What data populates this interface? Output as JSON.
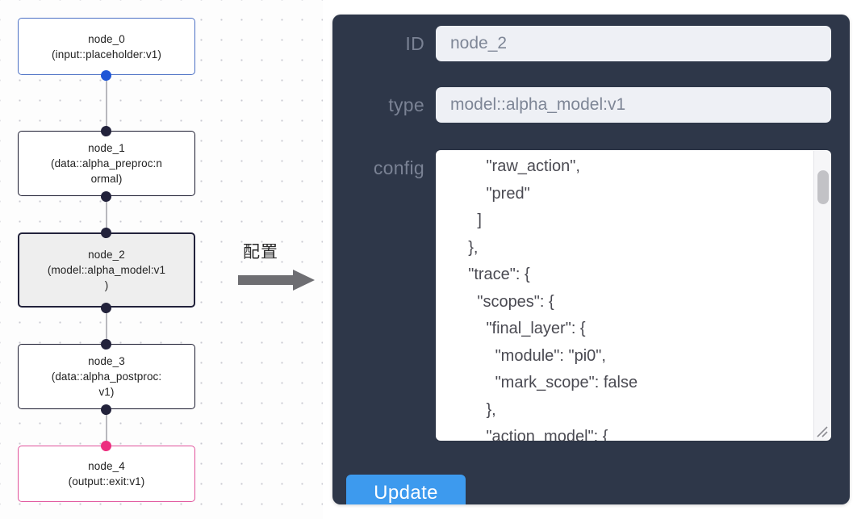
{
  "canvas": {
    "name": "node-graph-canvas",
    "grid": "dotted",
    "nodes": [
      {
        "id": "node_0",
        "title": "node_0",
        "subtitle": "(input::placeholder:v1)",
        "label": "node_0\n(input::placeholder:v1)",
        "style": "input",
        "accent": "#4a6fc4"
      },
      {
        "id": "node_1",
        "title": "node_1",
        "subtitle": "(data::alpha_preproc:normal)",
        "label": "node_1\n(data::alpha_preproc:n\normal)",
        "style": "default",
        "accent": "#1a1a2e"
      },
      {
        "id": "node_2",
        "title": "node_2",
        "subtitle": "(model::alpha_model:v1)",
        "label": "node_2\n(model::alpha_model:v1\n)",
        "style": "selected",
        "accent": "#22223b"
      },
      {
        "id": "node_3",
        "title": "node_3",
        "subtitle": "(data::alpha_postproc:v1)",
        "label": "node_3\n(data::alpha_postproc:\nv1)",
        "style": "default",
        "accent": "#1a1a2e"
      },
      {
        "id": "node_4",
        "title": "node_4",
        "subtitle": "(output::exit:v1)",
        "label": "node_4\n(output::exit:v1)",
        "style": "output",
        "accent": "#e0519a"
      }
    ],
    "edges": [
      {
        "from": "node_0",
        "to": "node_1"
      },
      {
        "from": "node_1",
        "to": "node_2"
      },
      {
        "from": "node_2",
        "to": "node_3"
      },
      {
        "from": "node_3",
        "to": "node_4"
      }
    ]
  },
  "annotation": {
    "label": "配置",
    "arrow_direction": "right",
    "arrow_color": "#6e6e72"
  },
  "panel": {
    "background": "#2e3749",
    "fields": {
      "id": {
        "label": "ID",
        "value": "node_2",
        "placeholder": "node_2"
      },
      "type": {
        "label": "type",
        "value": "model::alpha_model:v1",
        "placeholder": "model::alpha_model:v1"
      },
      "config": {
        "label": "config",
        "value": "        \"raw_action\",\n        \"pred\"\n      ]\n    },\n    \"trace\": {\n      \"scopes\": {\n        \"final_layer\": {\n          \"module\": \"pi0\",\n          \"mark_scope\": false\n        },\n        \"action_model\": {",
        "scroll_position": "middle",
        "resizable": true
      }
    },
    "update_button": {
      "label": "Update",
      "color": "#3d9aee"
    }
  }
}
